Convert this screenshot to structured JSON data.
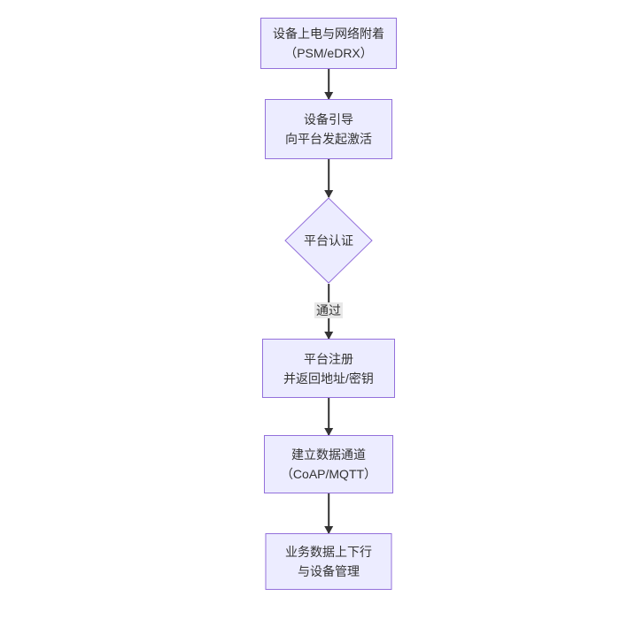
{
  "diagram": {
    "type": "flowchart-top-down",
    "nodes": [
      {
        "id": "A",
        "shape": "rect",
        "lines": [
          "设备上电与网络附着",
          "（PSM/eDRX）"
        ]
      },
      {
        "id": "B",
        "shape": "rect",
        "lines": [
          "设备引导",
          "向平台发起激活"
        ]
      },
      {
        "id": "C",
        "shape": "diamond",
        "lines": [
          "平台认证"
        ]
      },
      {
        "id": "D",
        "shape": "rect",
        "lines": [
          "平台注册",
          "并返回地址/密钥"
        ]
      },
      {
        "id": "E",
        "shape": "rect",
        "lines": [
          "建立数据通道",
          "（CoAP/MQTT）"
        ]
      },
      {
        "id": "F",
        "shape": "rect",
        "lines": [
          "业务数据上下行",
          "与设备管理"
        ]
      }
    ],
    "edges": [
      {
        "from": "A",
        "to": "B",
        "label": ""
      },
      {
        "from": "B",
        "to": "C",
        "label": ""
      },
      {
        "from": "C",
        "to": "D",
        "label": "通过"
      },
      {
        "from": "D",
        "to": "E",
        "label": ""
      },
      {
        "from": "E",
        "to": "F",
        "label": ""
      }
    ],
    "colors": {
      "background": "#ffffff",
      "node_fill": "#ECECFF",
      "node_border": "#9370DB",
      "arrow": "#333333",
      "text": "#333333",
      "edge_label_bg": "#e8e8e8"
    }
  }
}
